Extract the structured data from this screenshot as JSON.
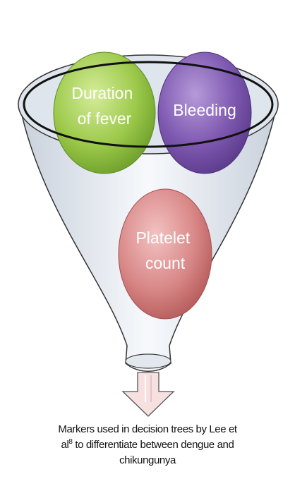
{
  "diagram": {
    "markers": [
      {
        "id": "duration",
        "lines": [
          "Duration",
          "of fever"
        ],
        "color": "#8dc241"
      },
      {
        "id": "bleeding",
        "lines": [
          "Bleeding"
        ],
        "color": "#7651a8"
      },
      {
        "id": "platelet",
        "lines": [
          "Platelet",
          "count"
        ],
        "color": "#d46a6a"
      }
    ],
    "funnel_color": "#ecf1f8",
    "arrow_color": "#f6dede"
  },
  "caption": {
    "line1": "Markers used in decision trees by Lee et",
    "line2_prefix": "al",
    "line2_sup": "8",
    "line2_rest": " to differentiate between dengue and",
    "line3": "chikungunya"
  }
}
